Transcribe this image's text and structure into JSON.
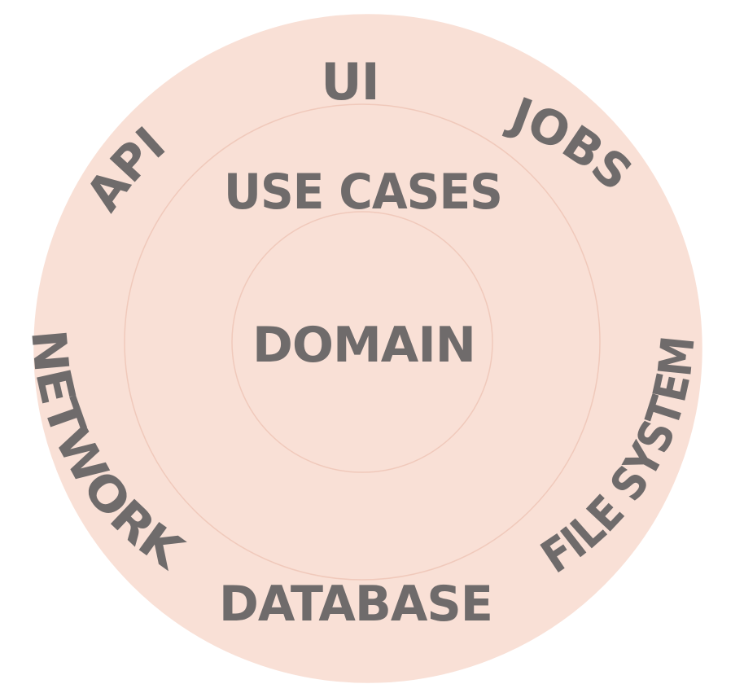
{
  "colors": {
    "fill": "#f9e0d6",
    "ring_stroke": "#f0c9bb",
    "text": "#6f6b6b",
    "background": "#ffffff"
  },
  "outer_ring": {
    "labels": {
      "ui": "UI",
      "jobs": "JOBS",
      "api": "API",
      "network": "NETWORK",
      "file_system": "FILE SYSTEM",
      "database": "DATABASE"
    }
  },
  "middle_ring": {
    "label": "USE CASES"
  },
  "core": {
    "label": "DOMAIN"
  }
}
